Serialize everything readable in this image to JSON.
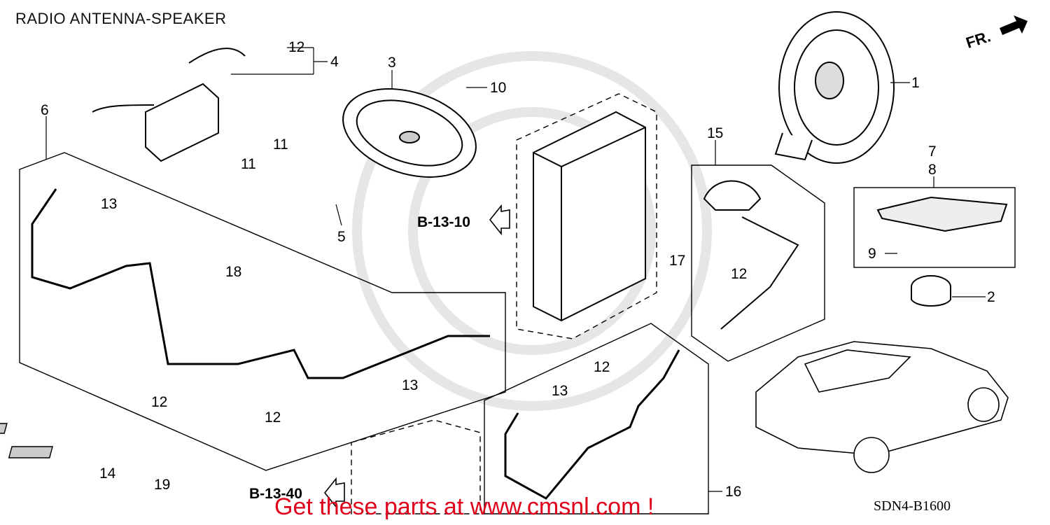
{
  "title": "RADIO ANTENNA-SPEAKER",
  "direction_label": "FR.",
  "diagram_code": "SDN4-B1600",
  "footer_text": "Get these parts at www.cmsnl.com !",
  "references": [
    "B-13-10",
    "B-13-40"
  ],
  "callouts": [
    {
      "id": "c1",
      "label": "1"
    },
    {
      "id": "c2",
      "label": "2"
    },
    {
      "id": "c3",
      "label": "3"
    },
    {
      "id": "c4",
      "label": "4"
    },
    {
      "id": "c5",
      "label": "5"
    },
    {
      "id": "c6",
      "label": "6"
    },
    {
      "id": "c7",
      "label": "7"
    },
    {
      "id": "c8",
      "label": "8"
    },
    {
      "id": "c9",
      "label": "9"
    },
    {
      "id": "c10",
      "label": "10"
    },
    {
      "id": "c11a",
      "label": "11"
    },
    {
      "id": "c11b",
      "label": "11"
    },
    {
      "id": "c12a",
      "label": "12"
    },
    {
      "id": "c12b",
      "label": "12"
    },
    {
      "id": "c12c",
      "label": "12"
    },
    {
      "id": "c12d",
      "label": "12"
    },
    {
      "id": "c12e",
      "label": "12"
    },
    {
      "id": "c13a",
      "label": "13"
    },
    {
      "id": "c13b",
      "label": "13"
    },
    {
      "id": "c13c",
      "label": "13"
    },
    {
      "id": "c14",
      "label": "14"
    },
    {
      "id": "c15",
      "label": "15"
    },
    {
      "id": "c16",
      "label": "16"
    },
    {
      "id": "c17",
      "label": "17"
    },
    {
      "id": "c18",
      "label": "18"
    },
    {
      "id": "c19",
      "label": "19"
    }
  ]
}
